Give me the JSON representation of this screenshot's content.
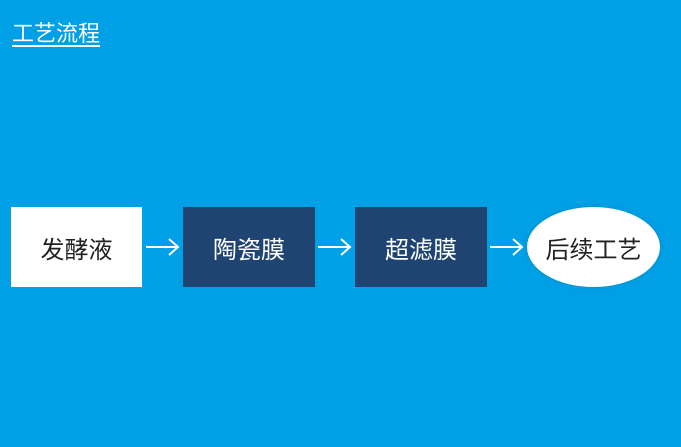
{
  "colors": {
    "background": "#00A0E6",
    "dark_box": "#1F4471",
    "light_box": "#FFFFFF",
    "title_text": "#FFFFFF",
    "light_box_text": "#222222",
    "dark_box_text": "#FFFFFF",
    "arrow": "#FFFFFF"
  },
  "title": "工艺流程",
  "flow": {
    "nodes": [
      {
        "label": "发酵液"
      },
      {
        "label": "陶瓷膜"
      },
      {
        "label": "超滤膜"
      },
      {
        "label": "后续工艺"
      }
    ]
  }
}
